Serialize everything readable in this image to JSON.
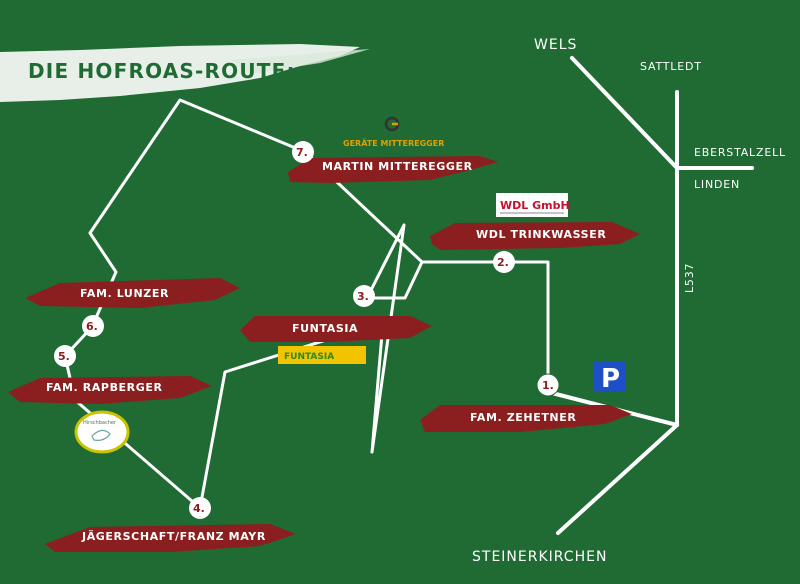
{
  "title": "DIE HOFROAS-ROUTE:",
  "stations": [
    {
      "number": "1.",
      "name": "FAM. ZEHETNER"
    },
    {
      "number": "2.",
      "name": "WDL TRINKWASSER"
    },
    {
      "number": "3.",
      "name": "FUNTASIA"
    },
    {
      "number": "4.",
      "name": "JÄGERSCHAFT/FRANZ MAYR"
    },
    {
      "number": "5.",
      "name": "FAM. RAPBERGER"
    },
    {
      "number": "6.",
      "name": "FAM. LUNZER"
    },
    {
      "number": "7.",
      "name": "MARTIN MITTEREGGER"
    }
  ],
  "places": {
    "wels": "WELS",
    "sattledt": "SATTLEDT",
    "eberstalzell": "EBERSTALZELL",
    "linden": "LINDEN",
    "steinerkirchen": "STEINERKIRCHEN",
    "road": "L537"
  },
  "parking": "P",
  "logos": {
    "mitteregger": "GERÄTE MITTEREGGER",
    "wdl": "WDL GmbH",
    "funtasia": "FUNTASIA",
    "rapberger": "Hirschbacher"
  },
  "colors": {
    "background": "#1f6b33",
    "route": "#ffffff",
    "label_banner": "#8b1f1f",
    "title_stripe": "#ffffff",
    "parking": "#1e4fc6"
  }
}
